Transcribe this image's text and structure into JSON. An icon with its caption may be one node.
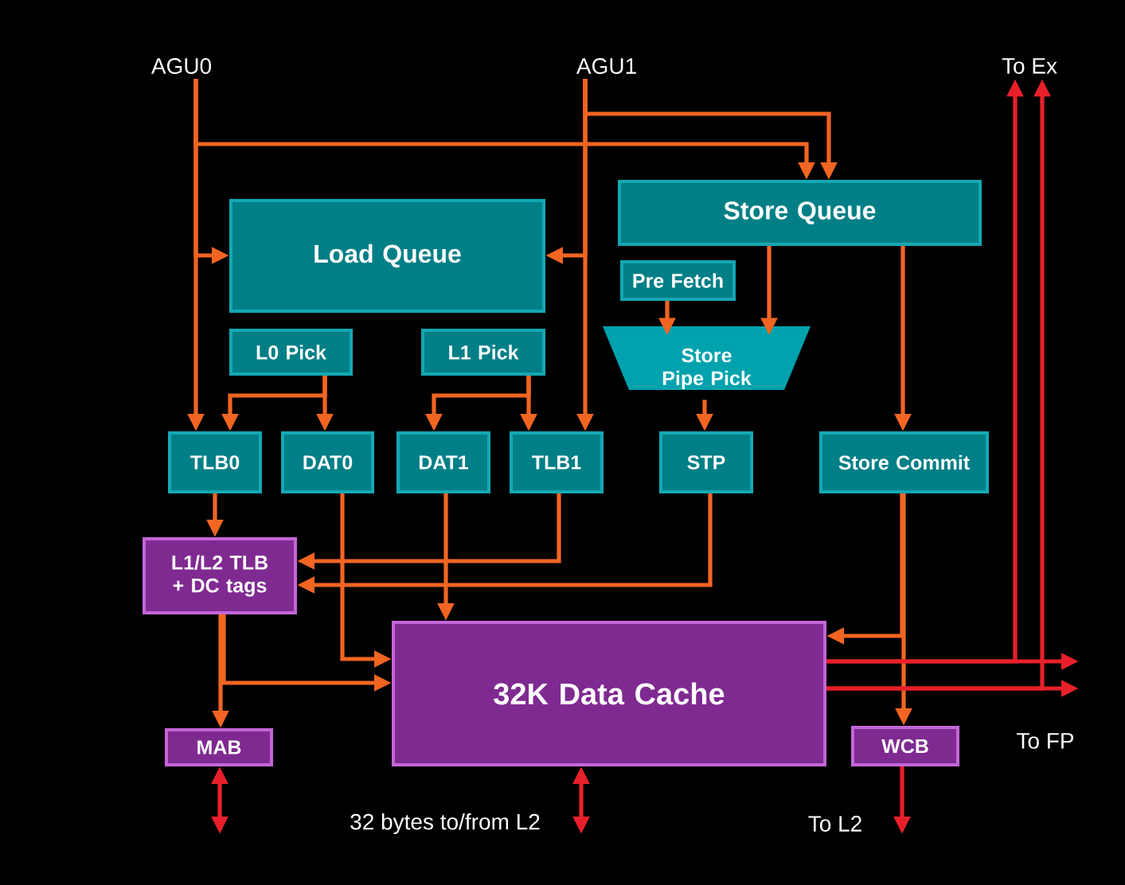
{
  "diagram": {
    "nodes": [
      {
        "text": [
          "AGU0"
        ]
      },
      {
        "text": [
          "AGU1"
        ]
      },
      {
        "text": [
          "To Ex"
        ]
      },
      {
        "text": [
          "Load Queue"
        ]
      },
      {
        "text": [
          "Store Queue"
        ]
      },
      {
        "text": [
          "Pre Fetch"
        ]
      },
      {
        "text": [
          "Store Pipe Pick"
        ]
      },
      {
        "text": [
          "L0 Pick"
        ]
      },
      {
        "text": [
          "L1 Pick"
        ]
      },
      {
        "text": [
          "TLB0"
        ]
      },
      {
        "text": [
          "DAT0"
        ]
      },
      {
        "text": [
          "DAT1"
        ]
      },
      {
        "text": [
          "TLB1"
        ]
      },
      {
        "text": [
          "STP"
        ]
      },
      {
        "text": [
          "Store Commit"
        ]
      },
      {
        "text": [
          "L1/L2 TLB + DC tags"
        ]
      },
      {
        "text": [
          "32K Data Cache"
        ]
      },
      {
        "text": [
          "MAB"
        ]
      },
      {
        "text": [
          "WCB"
        ]
      }
    ],
    "edges": [
      {
        "from": 0,
        "to": 9,
        "arrow": "to"
      },
      {
        "from": 0,
        "to": 3,
        "arrow": "to"
      },
      {
        "from": 0,
        "to": 4,
        "arrow": "to"
      },
      {
        "from": 1,
        "to": 4,
        "arrow": "to"
      },
      {
        "from": 1,
        "to": 3,
        "arrow": "to"
      },
      {
        "from": 1,
        "to": 12,
        "arrow": "to"
      },
      {
        "from": 7,
        "to": 9,
        "arrow": "to"
      },
      {
        "from": 7,
        "to": 10,
        "arrow": "to"
      },
      {
        "from": 8,
        "to": 11,
        "arrow": "to"
      },
      {
        "from": 8,
        "to": 12,
        "arrow": "to"
      },
      {
        "from": 5,
        "to": 6,
        "arrow": "to"
      },
      {
        "from": 4,
        "to": 6,
        "arrow": "to"
      },
      {
        "from": 4,
        "to": 14,
        "arrow": "to"
      },
      {
        "from": 6,
        "to": 13,
        "arrow": "to"
      },
      {
        "from": 9,
        "to": 15,
        "arrow": "to"
      },
      {
        "from": 12,
        "to": 15,
        "arrow": "to"
      },
      {
        "from": 13,
        "to": 15,
        "arrow": "to"
      },
      {
        "from": 10,
        "to": 16,
        "arrow": "to"
      },
      {
        "from": 11,
        "to": 16,
        "arrow": "to"
      },
      {
        "from": 15,
        "to": 17,
        "arrow": "to"
      },
      {
        "from": 15,
        "to": 16,
        "arrow": "to"
      },
      {
        "from": 14,
        "to": 18,
        "arrow": "to"
      },
      {
        "from": 14,
        "to": 16,
        "arrow": "to"
      },
      {
        "from": 16,
        "to": 2,
        "arrow": "to",
        "color": "#e8202a"
      },
      {
        "from": 16,
        "to": 2,
        "arrow": "to",
        "color": "#e8202a"
      },
      {
        "from": 16,
        "to": null,
        "arrow": "to",
        "color": "#e8202a"
      },
      {
        "from": 16,
        "to": null,
        "arrow": "to",
        "color": "#e8202a"
      },
      {
        "from": 17,
        "to": null,
        "arrow": "both",
        "color": "#e8202a"
      },
      {
        "from": 16,
        "to": null,
        "arrow": "both",
        "color": "#e8202a"
      },
      {
        "from": 18,
        "to": null,
        "arrow": "to",
        "color": "#e8202a"
      }
    ],
    "labels": [
      "To FP",
      "32 bytes to/from L2",
      "To L2"
    ]
  }
}
